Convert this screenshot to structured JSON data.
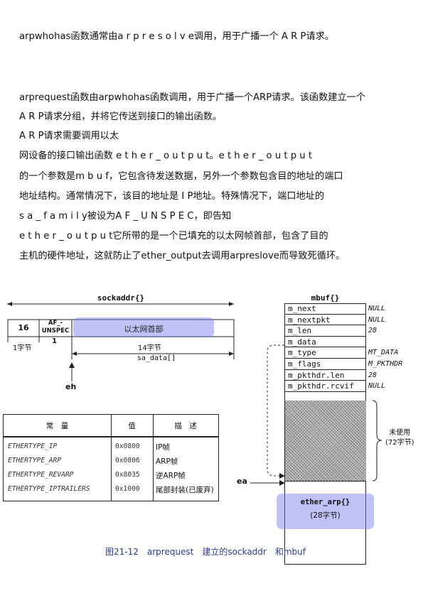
{
  "paragraphs": [
    "arpwhohas函数通常由a r p r e s o l v e调用，用于广播一个 A R P请求。",
    "arprequest函数由arpwhohas函数调用，用于广播一个ARP请求。该函数建立一个",
    "A R P请求分组，并将它传送到接口的输出函数。",
    "A R P请求需要调用以太",
    "网设备的接口输出函数 e t h e r _ o u t p u t。e t h e r _ o u t p u t",
    "的一个参数是m b u f，它包含待发送数据，另外一个参数包含目的地址的端口",
    "地址结构。通常情况下，该目的地址是 I P地址。特殊情况下，端口地址的",
    "s a _ f a m i l y被设为A F _ U N S P E C，即告知",
    "e t h e r _ o u t p u t它所带的是一个已填充的以太网帧首部，包含了目的",
    "主机的硬件地址，这就防止了ether_output去调用arpreslove而导致死循环。"
  ],
  "sockaddr": {
    "title": "sockaddr{}",
    "field_len": "16",
    "field_family": "AF_-\nUNSPEC",
    "field_data": "以太网首部",
    "size_len": "1字节",
    "size_family": "1",
    "size_data": "14字节",
    "data_label": "sa_data[]",
    "pointer_label": "eh"
  },
  "mbuf": {
    "title": "mbuf{}",
    "rows": [
      {
        "name": "m_next",
        "value": "NULL"
      },
      {
        "name": "m_nextpkt",
        "value": "NULL"
      },
      {
        "name": "m_len",
        "value": "28"
      },
      {
        "name": "m_data",
        "value": ""
      },
      {
        "name": "m_type",
        "value": "MT_DATA"
      },
      {
        "name": "m_flags",
        "value": "M_PKTHDR"
      },
      {
        "name": "m_pkthdr.len",
        "value": "28"
      },
      {
        "name": "m_pkthdr.rcvif",
        "value": "NULL"
      }
    ],
    "unused_label": "未使用\n(72字节)",
    "ether_arp_label": "ether_arp{}",
    "ether_arp_size": "(28字节)",
    "pointer_label": "ea"
  },
  "table": {
    "headers": [
      "常　量",
      "值",
      "描　述"
    ],
    "rows": [
      [
        "ETHERTYPE_IP",
        "0x0800",
        "IP帧"
      ],
      [
        "ETHERTYPE_ARP",
        "0x0806",
        "ARP帧"
      ],
      [
        "ETHERTYPE_REVARP",
        "0x8035",
        "逆ARP帧"
      ],
      [
        "ETHERTYPE_IPTRAILERS",
        "0x1000",
        "尾部封装(已废弃)"
      ]
    ]
  },
  "caption": "图21-12　arprequest　建立的sockaddr　和mbuf",
  "colors": {
    "highlight": "#6e78eb",
    "caption": "#2a3d8f"
  }
}
